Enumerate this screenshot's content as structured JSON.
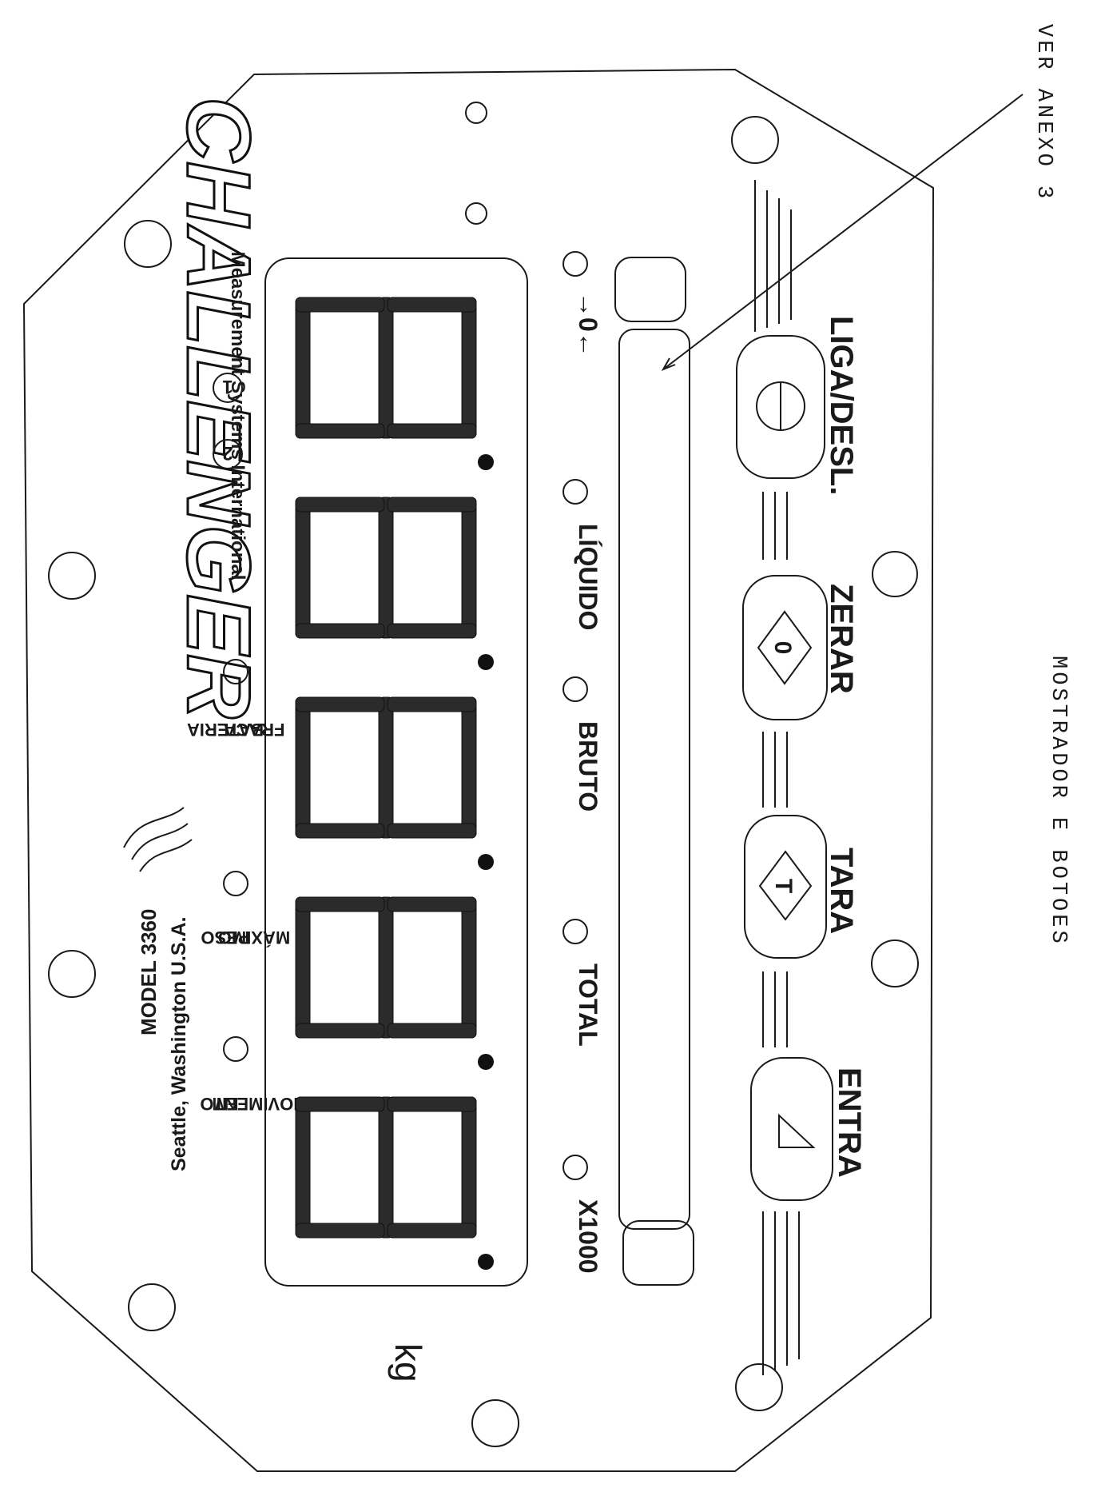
{
  "outer_annotations": {
    "ver_anexo": "VER ANEXO 3",
    "caption": "MOSTRADOR E BOTOES"
  },
  "brand": {
    "logo_text": "CHALLENGER",
    "tagline": "Measurement Systems International",
    "model": "MODEL 3360",
    "location": "Seattle, Washington U.S.A."
  },
  "setpoint_labels": {
    "one": "1",
    "two": "2"
  },
  "top_indicators": [
    {
      "label_line1": "EM",
      "label_line2": "MOVIMENTO"
    },
    {
      "label_line1": "PESO",
      "label_line2": "MÁXIMO"
    },
    {
      "label_line1": "BATERIA",
      "label_line2": "FRACA"
    }
  ],
  "display": {
    "digits": "8.8.8.8.8",
    "unit": "kg"
  },
  "bottom_indicators": [
    "X1000",
    "TOTAL",
    "BRUTO",
    "LÍQUIDO",
    "→0←"
  ],
  "buttons": [
    {
      "label": "ENTRA",
      "icon": "triangle-icon"
    },
    {
      "label": "TARA",
      "icon": "tare-diamond-icon"
    },
    {
      "label": "ZERAR",
      "icon": "zero-diamond-icon"
    },
    {
      "label": "LIGA/DESL.",
      "icon": "power-icon"
    }
  ]
}
